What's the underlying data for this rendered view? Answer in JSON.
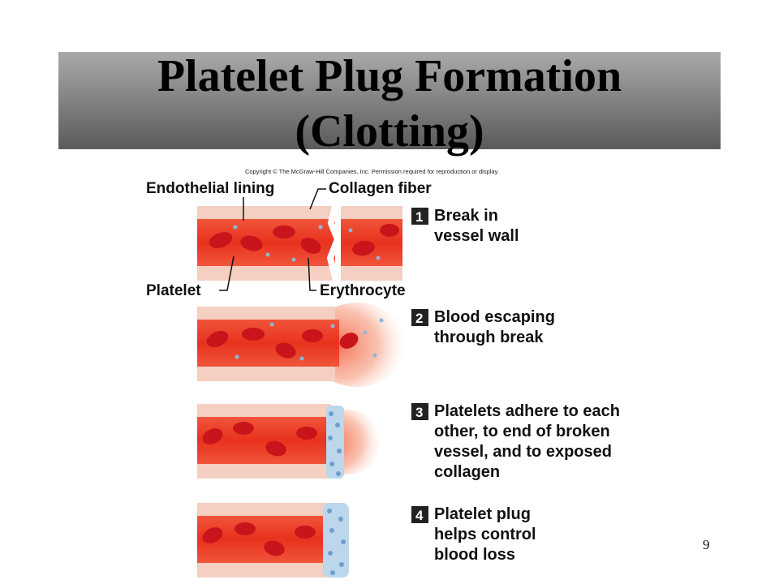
{
  "slide": {
    "title_line1": "Platelet Plug Formation",
    "title_line2": "(Clotting)",
    "copyright": "Copyright © The McGraw-Hill Companies, Inc. Permission required for reproduction or display.",
    "page_number": "9"
  },
  "labels": {
    "endothelial": "Endothelial lining",
    "collagen": "Collagen fiber",
    "platelet": "Platelet",
    "erythrocyte": "Erythrocyte"
  },
  "steps": [
    {
      "number": "1",
      "lines": [
        "Break in",
        "vessel wall"
      ]
    },
    {
      "number": "2",
      "lines": [
        "Blood escaping",
        "through break"
      ]
    },
    {
      "number": "3",
      "lines": [
        "Platelets adhere to each",
        "other, to end of broken",
        "vessel, and to exposed",
        "collagen"
      ]
    },
    {
      "number": "4",
      "lines": [
        "Platelet plug",
        "helps control",
        "blood loss"
      ]
    }
  ],
  "colors": {
    "blood": "#e8321e",
    "wall": "#f4cfc2",
    "rbc": "#c8141a",
    "platelet": "#8fb6d8"
  }
}
